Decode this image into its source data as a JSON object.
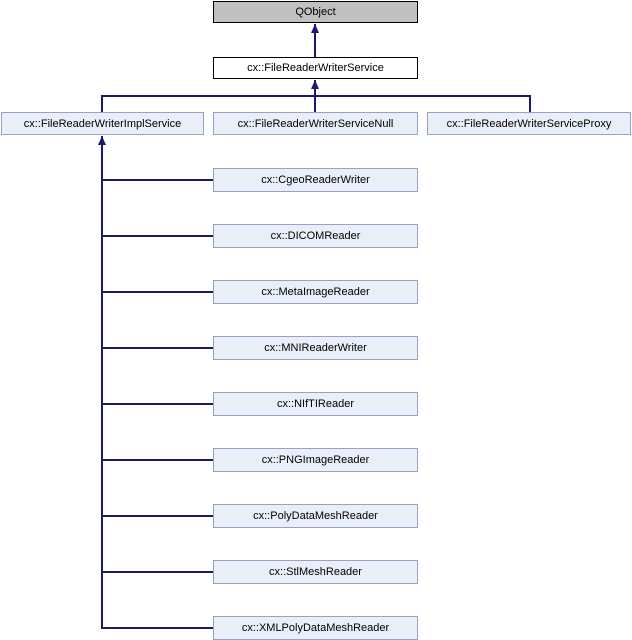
{
  "diagram": {
    "type": "class-inheritance-diagram",
    "colors": {
      "edge": "#191970",
      "root_node_fill": "#c0c0c0",
      "root_node_border": "#000000",
      "current_node_fill": "#ffffff",
      "current_node_border": "#000000",
      "linked_node_fill": "#e9eef7",
      "linked_node_border": "#95a3c9",
      "text": "#000000",
      "background": "#ffffff"
    },
    "nodes": {
      "root": "QObject",
      "base": "cx::FileReaderWriterService",
      "impl": "cx::FileReaderWriterImplService",
      "null_service": "cx::FileReaderWriterServiceNull",
      "proxy": "cx::FileReaderWriterServiceProxy",
      "children": [
        "cx::CgeoReaderWriter",
        "cx::DICOMReader",
        "cx::MetaImageReader",
        "cx::MNIReaderWriter",
        "cx::NIfTIReader",
        "cx::PNGImageReader",
        "cx::PolyDataMeshReader",
        "cx::StlMeshReader",
        "cx::XMLPolyDataMeshReader"
      ]
    }
  }
}
